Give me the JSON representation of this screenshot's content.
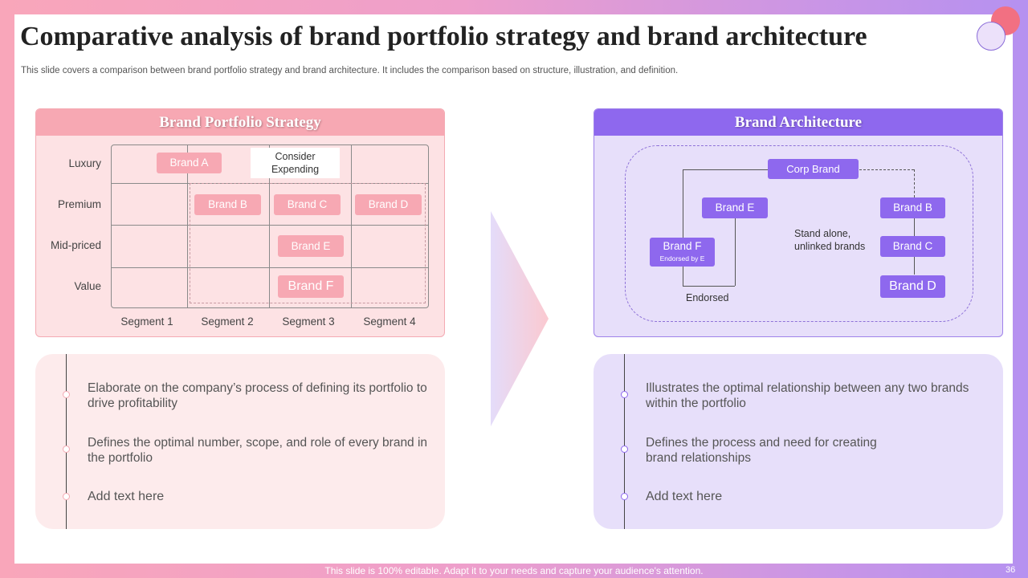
{
  "header": {
    "title": "Comparative analysis of brand portfolio strategy and brand architecture",
    "subtitle": "This slide covers a comparison between brand portfolio strategy and brand architecture. It includes the comparison based on structure, illustration, and definition."
  },
  "portfolio": {
    "heading": "Brand Portfolio Strategy",
    "rows": [
      "Luxury",
      "Premium",
      "Mid-priced",
      "Value"
    ],
    "columns": [
      "Segment 1",
      "Segment 2",
      "Segment 3",
      "Segment 4"
    ],
    "chips": {
      "brand_a": "Brand A",
      "brand_b": "Brand B",
      "brand_c": "Brand C",
      "brand_d": "Brand D",
      "brand_e": "Brand E",
      "brand_f": "Brand F"
    },
    "consider_line1": "Consider",
    "consider_line2": "Expending"
  },
  "architecture": {
    "heading": "Brand Architecture",
    "corp": "Corp Brand",
    "brand_e": "Brand E",
    "brand_f": "Brand F",
    "brand_f_sub": "Endorsed by E",
    "brand_b": "Brand B",
    "brand_c": "Brand C",
    "brand_d": "Brand D",
    "standalone_line1": "Stand alone,",
    "standalone_line2": "unlinked brands",
    "endorsed": "Endorsed"
  },
  "portfolio_points": [
    "Elaborate on the company’s process of defining its portfolio to drive profitability",
    "Defines the optimal number, scope, and role of every brand in the portfolio",
    "Add text here"
  ],
  "architecture_points": [
    "Illustrates  the optimal relationship between any two brands within the portfolio",
    "Defines the process and need for creating brand relationships",
    "Add text here"
  ],
  "footer": {
    "text": "This slide is 100% editable. Adapt it to your needs and capture your audience's attention.",
    "page": "36"
  },
  "colors": {
    "pink_accent": "#f7a8b3",
    "purple_accent": "#8e68ee",
    "pink_bg": "#fde2e4",
    "purple_bg": "#e7dffa"
  }
}
